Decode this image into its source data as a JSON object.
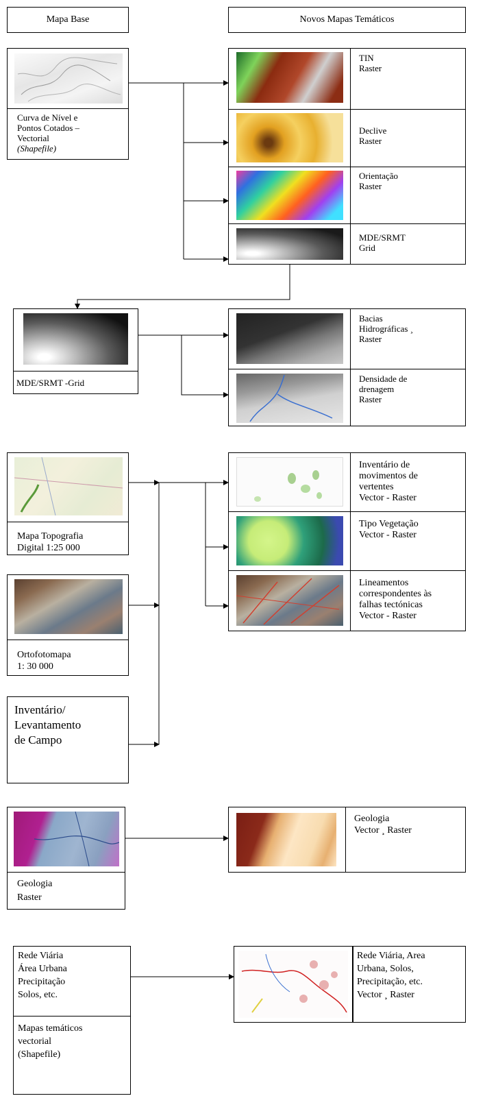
{
  "headers": {
    "base": "Mapa Base",
    "new": "Novos Mapas Temáticos"
  },
  "group1": {
    "source_label": "Curva de Nível e\nPontos Cotados –\nVectorial",
    "source_italic": "(Shapefile)",
    "outputs": [
      "TIN\nRaster",
      "Declive\nRaster",
      "Orientação\n Raster",
      "MDE/SRMT\n Grid"
    ]
  },
  "group2": {
    "source_label": "MDE/SRMT -Grid",
    "outputs": [
      "Bacias\nHidrográficas ¸\nRaster",
      "Densidade de\ndrenagem\nRaster"
    ]
  },
  "group3": {
    "sources": [
      "Mapa Topografia\nDigital 1:25 000",
      "Ortofotomapa\n1: 30 000",
      "Inventário/\nLevantamento\nde Campo"
    ],
    "outputs": [
      "Inventário de\nmovimentos de\nvertentes\nVector - Raster",
      "Tipo Vegetação\nVector - Raster",
      "Lineamentos\ncorrespondentes às\nfalhas tectónicas\nVector - Raster"
    ]
  },
  "group4": {
    "source_label": "Geologia\nRaster",
    "output": "Geologia\nVector ¸ Raster"
  },
  "group5": {
    "source_top": "Rede Viária\nÁrea Urbana\nPrecipitação\nSolos, etc.",
    "source_bottom": "Mapas temáticos\nvectorial\n(Shapefile)",
    "output": "Rede Viária, Area\nUrbana, Solos,\nPrecipitação, etc.\nVector ¸ Raster"
  }
}
